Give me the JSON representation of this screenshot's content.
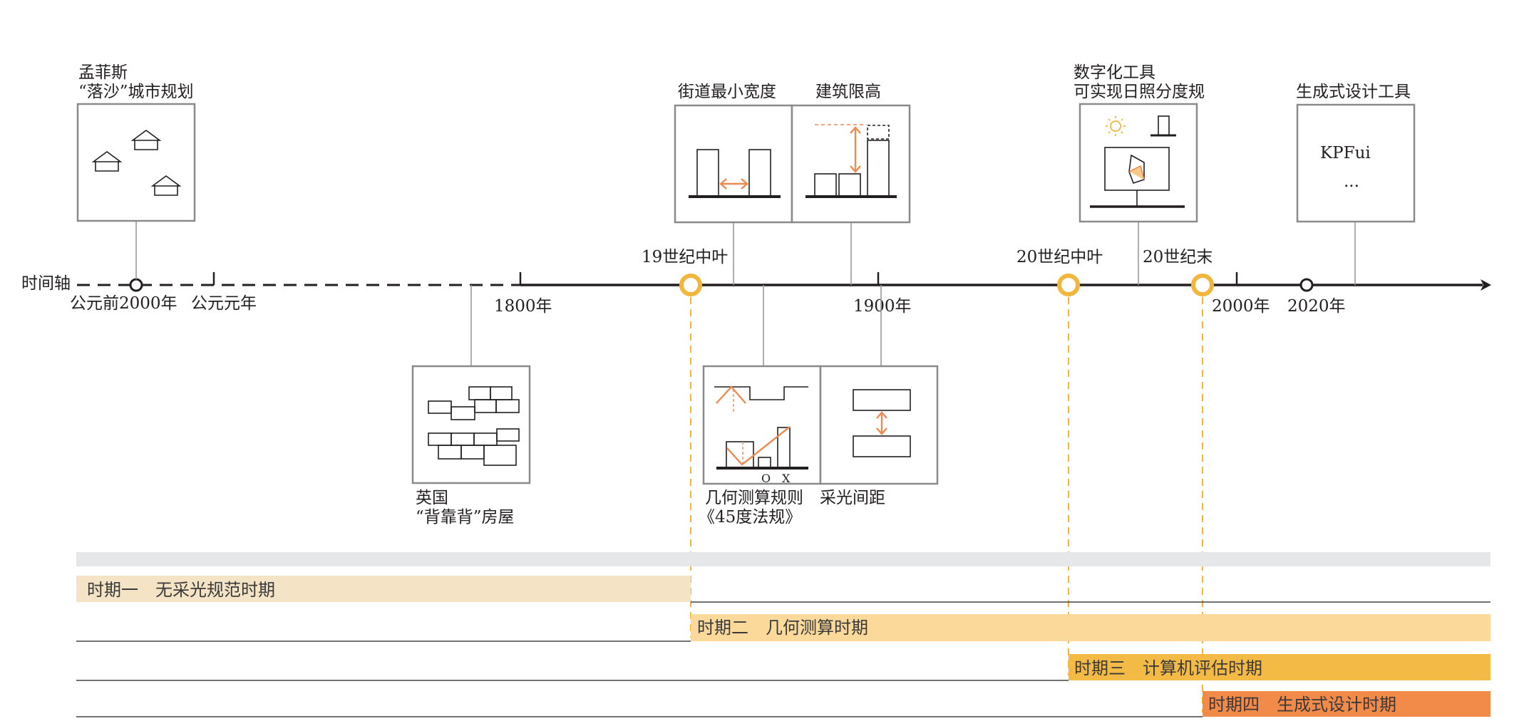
{
  "timeline": {
    "axis_label": "时间轴",
    "ticks": [
      {
        "label": "公元前2000年"
      },
      {
        "label": "公元元年"
      },
      {
        "label": "1800年"
      },
      {
        "label": "1900年"
      },
      {
        "label": "2000年"
      },
      {
        "label": "2020年"
      }
    ],
    "milestones": [
      {
        "label": "19世纪中叶"
      },
      {
        "label": "20世纪中叶"
      },
      {
        "label": "20世纪末"
      }
    ]
  },
  "boxes": {
    "memphis": {
      "line1": "孟菲斯",
      "line2": "“落沙”城市规划"
    },
    "street": {
      "label": "街道最小宽度"
    },
    "height": {
      "label": "建筑限高"
    },
    "digital": {
      "line1": "数字化工具",
      "line2": "可实现日照分度规"
    },
    "generative": {
      "label": "生成式设计工具",
      "text1": "KPFui",
      "text2": "..."
    },
    "backtoback": {
      "line1": "英国",
      "line2": "“背靠背”房屋"
    },
    "geometry": {
      "line1": "几何测算规则",
      "line2": "《45度法规》",
      "axis_o": "O",
      "axis_x": "X"
    },
    "spacing": {
      "label": "采光间距"
    }
  },
  "periods": [
    {
      "label": "时期一　无采光规范时期",
      "color": "#f5e3c6"
    },
    {
      "label": "时期二　几何测算时期",
      "color": "#fbd99b"
    },
    {
      "label": "时期三　计算机评估时期",
      "color": "#f3bb46"
    },
    {
      "label": "时期四　生成式设计时期",
      "color": "#f28a4a"
    }
  ],
  "colors": {
    "milestone": "#f3b63d",
    "accent": "#ef8a4f",
    "band_grey": "#e6e7e8"
  }
}
